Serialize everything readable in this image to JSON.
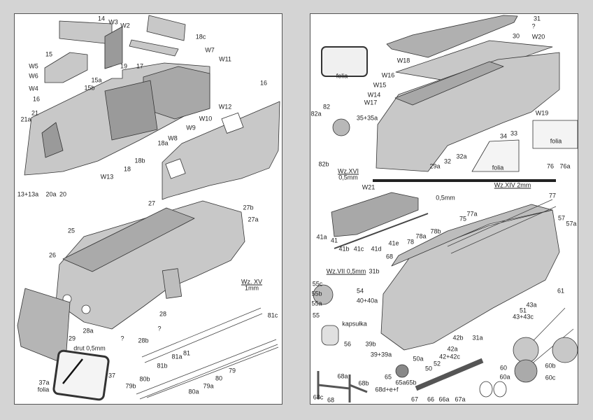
{
  "left_panel": {
    "labels": [
      "14",
      "W3",
      "W2",
      "18c",
      "W7",
      "W11",
      "15",
      "W5",
      "W6",
      "W4",
      "15a",
      "15b",
      "19",
      "17",
      "16",
      "16",
      "W12",
      "21",
      "21a",
      "W10",
      "W9",
      "W8",
      "18a",
      "18b",
      "18",
      "W13",
      "13+13a",
      "20a",
      "20",
      "27",
      "27b",
      "27a",
      "25",
      "26",
      "Wz. XV",
      "1mm",
      "81c",
      "28",
      "28a",
      "?",
      "?",
      "28b",
      "29",
      "drut 0,5mm",
      "81",
      "81a",
      "81b",
      "37",
      "79",
      "80",
      "79a",
      "80b",
      "79b",
      "80a",
      "37a",
      "folia"
    ]
  },
  "right_panel": {
    "labels": [
      "31",
      "?",
      "30",
      "W20",
      "folia",
      "W18",
      "W16",
      "W15",
      "W14",
      "W17",
      "82",
      "82a",
      "35+35a",
      "W19",
      "34",
      "33",
      "folia",
      "32a",
      "32",
      "29a",
      "folia",
      "82b",
      "Wz.XVI",
      "0,5mm",
      "76",
      "76a",
      "Wz.XIV  2mm",
      "W21",
      "0,5mm",
      "77",
      "77a",
      "75",
      "57",
      "57a",
      "78b",
      "78a",
      "78",
      "41a",
      "41",
      "41b",
      "41c",
      "41d",
      "41e",
      "68",
      "Wz.VII  0,5mm",
      "31b",
      "55c",
      "54",
      "61",
      "55b",
      "43a",
      "40+40a",
      "55a",
      "51",
      "55",
      "43+43c",
      "kapsułka",
      "56",
      "39b",
      "31a",
      "42b",
      "42a",
      "39+39a",
      "42+42c",
      "50a",
      "52",
      "50",
      "60",
      "60b",
      "60a",
      "60c",
      "65",
      "65a",
      "65b",
      "68a",
      "68b",
      "68d+e+f",
      "68c",
      "68",
      "67",
      "66",
      "66a",
      "67a"
    ]
  },
  "colors": {
    "part_fill": "#c8c8c8",
    "part_dark": "#9a9a9a",
    "stroke": "#333333",
    "page": "#d4d4d4"
  }
}
